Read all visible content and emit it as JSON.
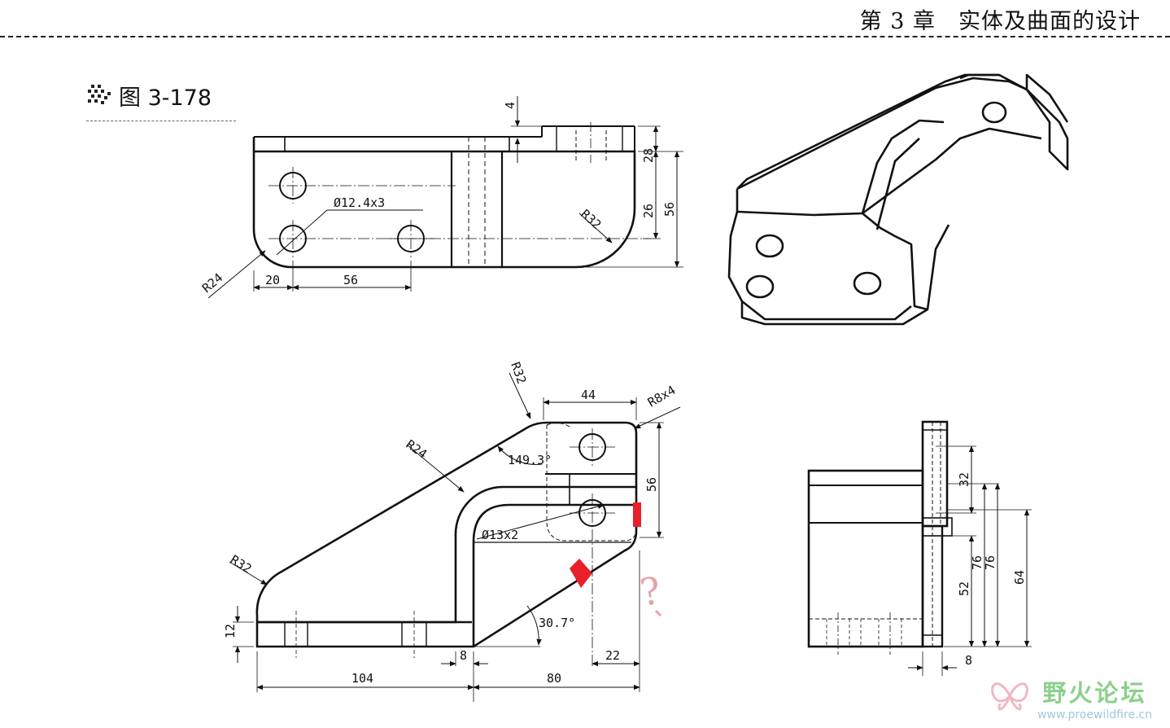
{
  "header": {
    "chapter_title": "第 3 章　实体及曲面的设计"
  },
  "figure": {
    "label": "图 3-178"
  },
  "top_view_dims": {
    "d4": "4",
    "d28": "28",
    "d26": "26",
    "d56": "56",
    "r32": "R32",
    "holes": "Ø12.4x3",
    "r24": "R24",
    "d20": "20",
    "d56b": "56"
  },
  "front_view_dims": {
    "r32_top": "R32",
    "d44": "44",
    "r8": "R8x4",
    "angle1": "149.3°",
    "r24": "R24",
    "d56": "56",
    "holes": "Ø13x2",
    "r32_left": "R32",
    "d12": "12",
    "angle2": "30.7°",
    "d8": "8",
    "d22": "22",
    "d104": "104",
    "d80": "80"
  },
  "side_view_dims": {
    "d32": "32",
    "d76a": "76",
    "d76b": "76",
    "d52": "52",
    "d64": "64",
    "d8": "8"
  },
  "annotations": {
    "handwritten_question": "?"
  },
  "watermark": {
    "title": "野火论坛",
    "url": "www.proewildfire.cn"
  },
  "colors": {
    "line": "#111111",
    "markup_red": "#e8202a",
    "watermark_green": "#8ccf8c"
  }
}
